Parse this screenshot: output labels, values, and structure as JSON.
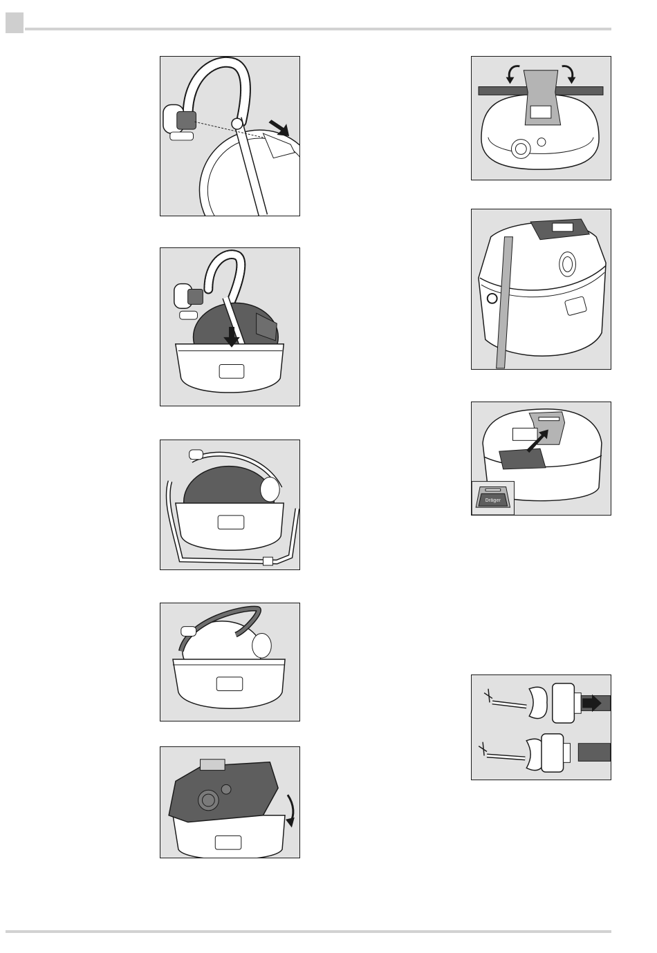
{
  "page": {
    "illustrations": [
      {
        "id": "fig-1",
        "subject": "hose-and-mask-detach-arrow-icon"
      },
      {
        "id": "fig-2",
        "subject": "insert-into-tub-arrow-icon"
      },
      {
        "id": "fig-3",
        "subject": "strap-around-tub-icon"
      },
      {
        "id": "fig-4",
        "subject": "fold-harness-icon"
      },
      {
        "id": "fig-5",
        "subject": "close-lid-arrow-icon"
      },
      {
        "id": "fig-6",
        "subject": "strap-rotate-arrow-icon"
      },
      {
        "id": "fig-7",
        "subject": "closed-case-with-strap-icon"
      },
      {
        "id": "fig-8",
        "subject": "insert-tag-arrow-icon"
      },
      {
        "id": "fig-9",
        "subject": "hose-connect-arrow-icon"
      }
    ],
    "inset_label": "Dräger"
  }
}
